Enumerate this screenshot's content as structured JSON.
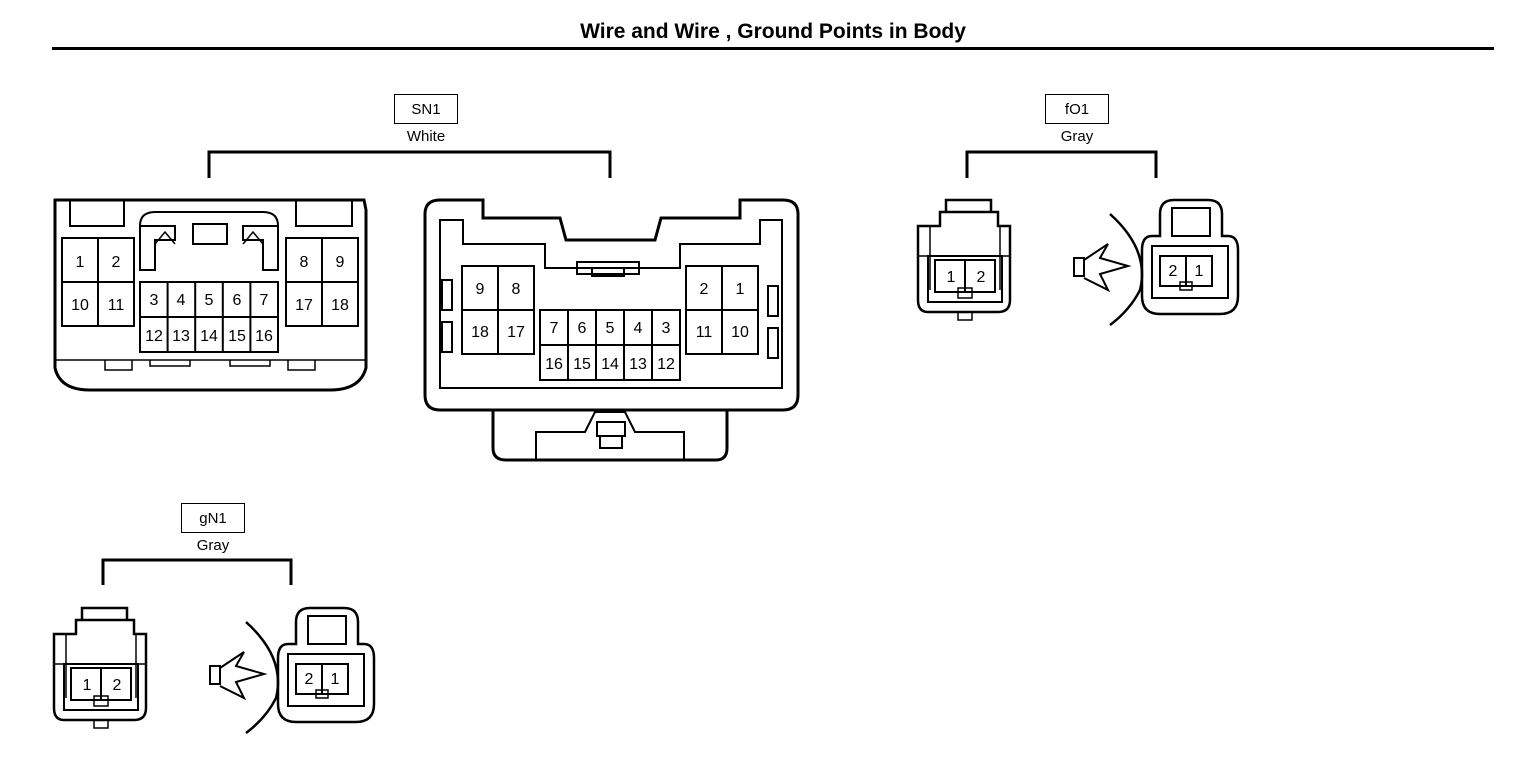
{
  "title": "Wire and Wire , Ground Points in Body",
  "connectors": {
    "sn1": {
      "code": "SN1",
      "color": "White",
      "left_pins_top": [
        "1",
        "2"
      ],
      "left_pins_bottom": [
        "10",
        "11"
      ],
      "center_pins_top": [
        "3",
        "4",
        "5",
        "6",
        "7"
      ],
      "center_pins_bottom": [
        "12",
        "13",
        "14",
        "15",
        "16"
      ],
      "right_pins_top": [
        "8",
        "9"
      ],
      "right_pins_bottom": [
        "17",
        "18"
      ],
      "female_left_top": [
        "9",
        "8"
      ],
      "female_left_bottom": [
        "18",
        "17"
      ],
      "female_center_top": [
        "7",
        "6",
        "5",
        "4",
        "3"
      ],
      "female_center_bottom": [
        "16",
        "15",
        "14",
        "13",
        "12"
      ],
      "female_right_top": [
        "2",
        "1"
      ],
      "female_right_bottom": [
        "11",
        "10"
      ]
    },
    "fo1": {
      "code": "fO1",
      "color": "Gray",
      "male_pins": [
        "1",
        "2"
      ],
      "female_pins": [
        "2",
        "1"
      ]
    },
    "gn1": {
      "code": "gN1",
      "color": "Gray",
      "male_pins": [
        "1",
        "2"
      ],
      "female_pins": [
        "2",
        "1"
      ]
    }
  }
}
